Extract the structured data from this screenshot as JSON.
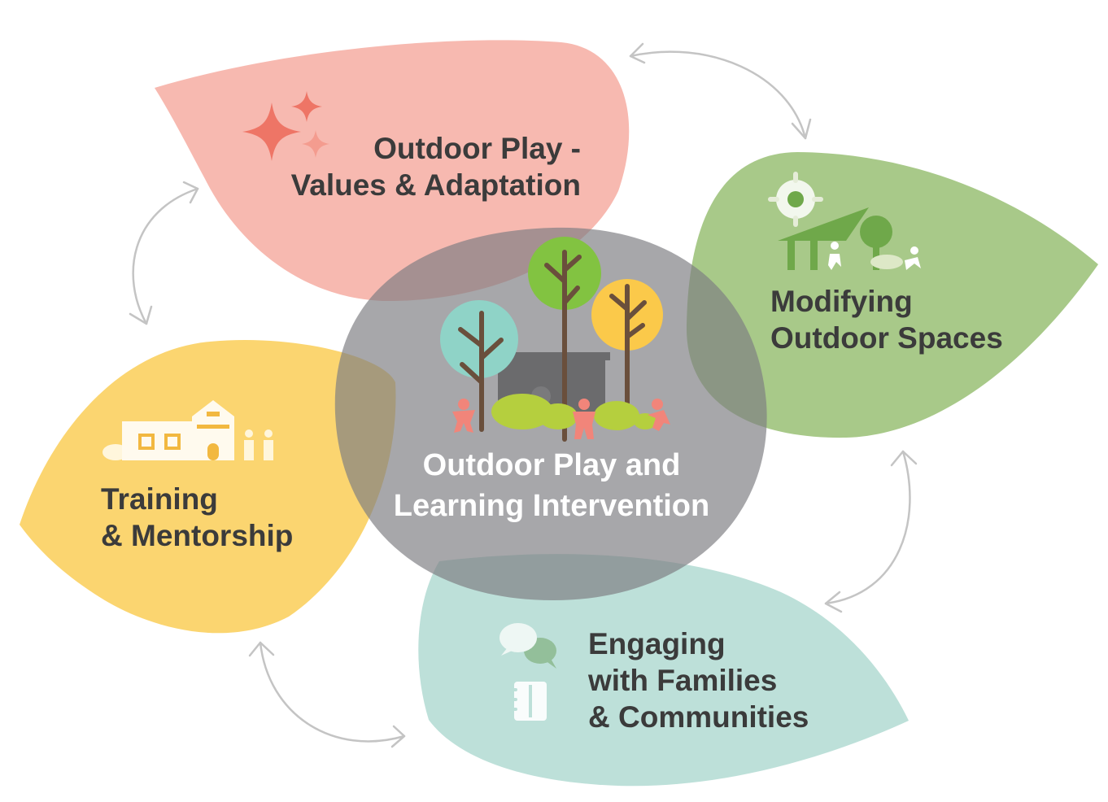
{
  "center": {
    "title_line1": "Outdoor Play and",
    "title_line2": "Learning Intervention"
  },
  "components": {
    "values": {
      "line1": "Outdoor Play -",
      "line2": "Values & Adaptation"
    },
    "spaces": {
      "line1": "Modifying",
      "line2": "Outdoor Spaces"
    },
    "training": {
      "line1": "Training",
      "line2": "& Mentorship"
    },
    "engaging": {
      "line1": "Engaging",
      "line2": "with Families",
      "line3": "& Communities"
    }
  },
  "colors": {
    "values_petal": "#f7b9b0",
    "spaces_petal": "#a8c989",
    "training_petal": "#fbd570",
    "engaging_petal": "#bde0d9",
    "center": "#8a8a8c",
    "arrows": "#c4c4c4",
    "label_text": "#3b3b3b",
    "center_text": "#ffffff"
  },
  "icons": {
    "values": "sparkle-icon",
    "spaces": "playground-icon",
    "training": "school-icon",
    "engaging": "chat-notebook-icon",
    "center": "trees-building-icon"
  }
}
